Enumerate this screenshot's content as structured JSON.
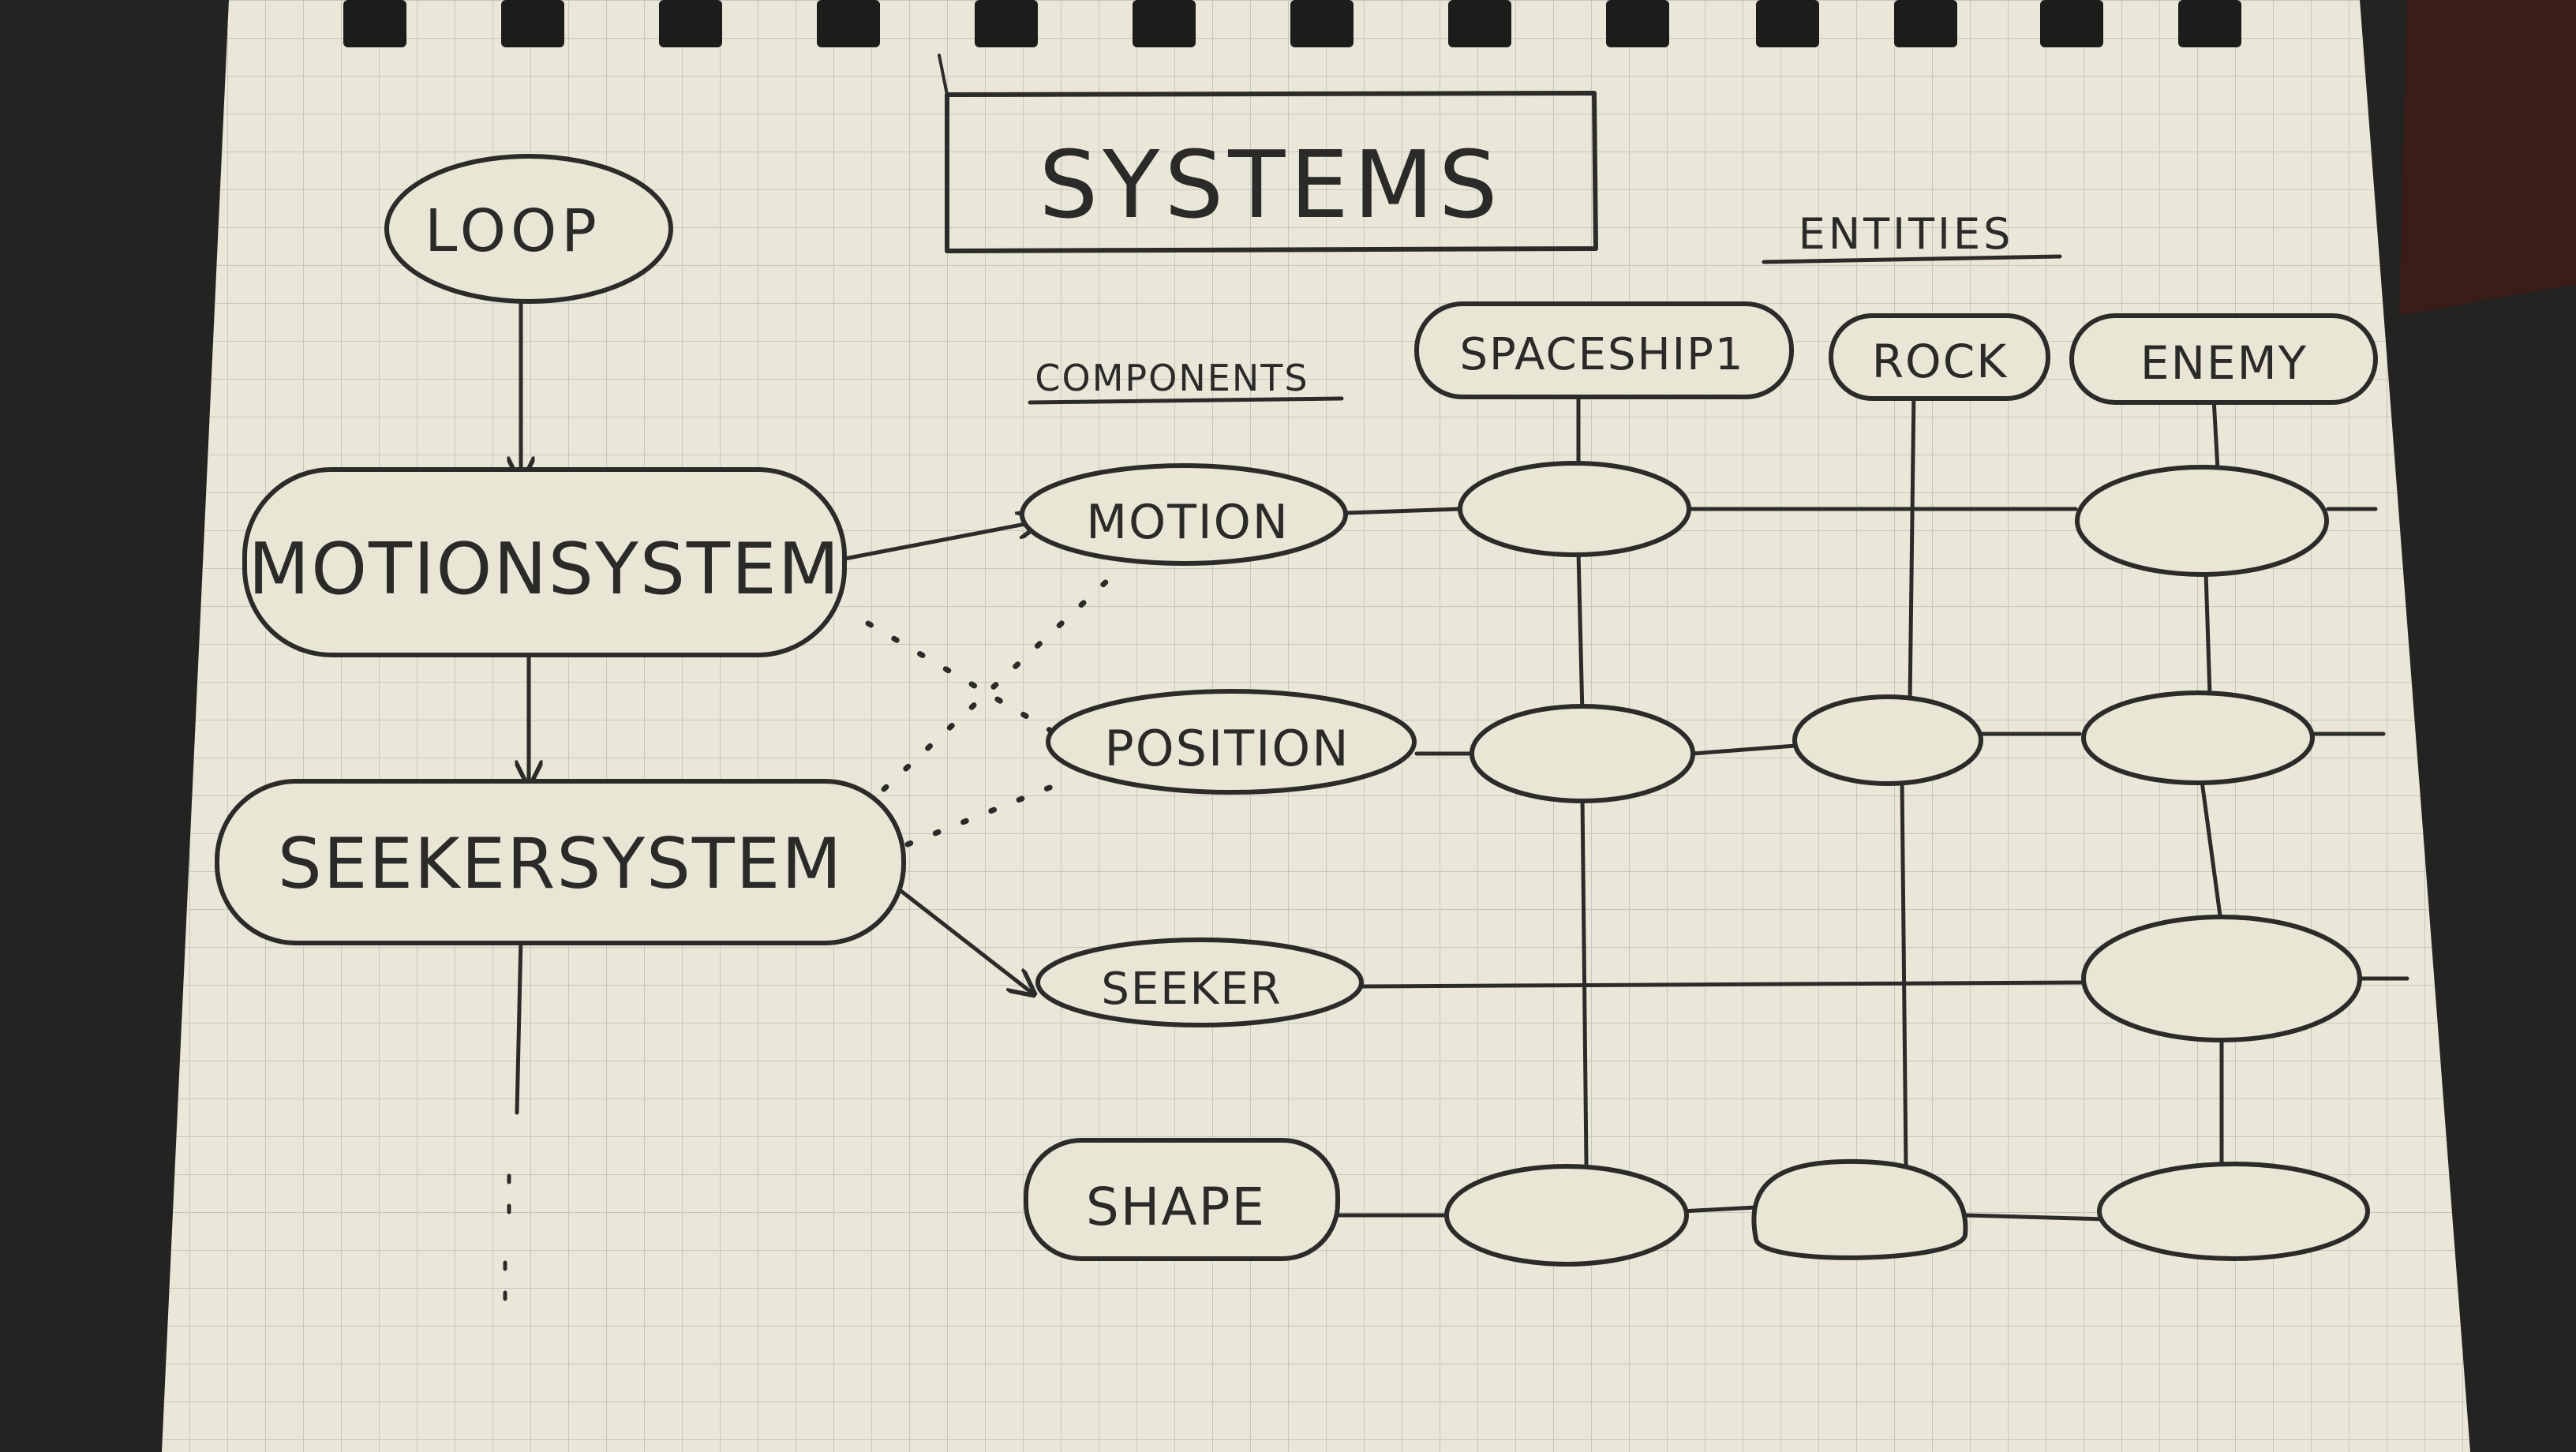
{
  "colors": {
    "desk": "#232322",
    "paper": "#eae7d8",
    "grid": "#c9c9c4",
    "ink": "#2b2b29",
    "wood": "#3a1c18"
  },
  "title": "SYSTEMS",
  "headers": {
    "components": "COMPONENTS",
    "entities": "ENTITIES"
  },
  "systems": {
    "loop": "LOOP",
    "motion_system": "MOTIONSYSTEM",
    "seeker_system": "SEEKERSYSTEM"
  },
  "components": [
    "MOTION",
    "POSITION",
    "SEEKER",
    "SHAPE"
  ],
  "entities": [
    "SPACESHIP1",
    "ROCK",
    "ENEMY"
  ]
}
